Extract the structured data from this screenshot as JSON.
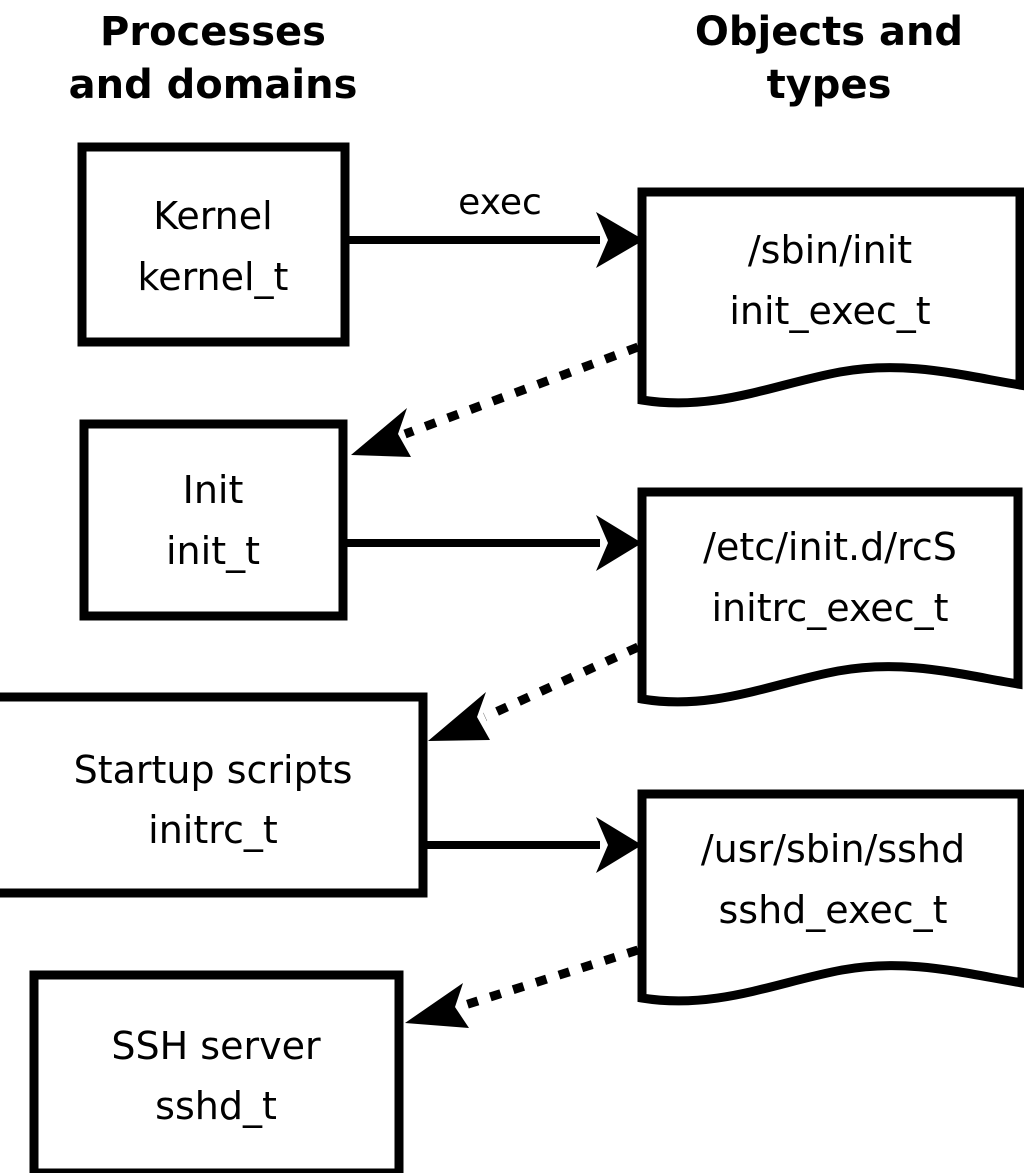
{
  "columns": {
    "left": {
      "title_line1": "Processes",
      "title_line2": "and domains"
    },
    "right": {
      "title_line1": "Objects and",
      "title_line2": "types"
    }
  },
  "colors": {
    "background": "#ffffff",
    "stroke": "#000000",
    "text": "#000000"
  },
  "processes": [
    {
      "id": "kernel",
      "name": "Kernel",
      "type": "kernel_t"
    },
    {
      "id": "init",
      "name": "Init",
      "type": "init_t"
    },
    {
      "id": "initrc",
      "name": "Startup scripts",
      "type": "initrc_t"
    },
    {
      "id": "sshd",
      "name": "SSH server",
      "type": "sshd_t"
    }
  ],
  "objects": [
    {
      "id": "init_exec",
      "path": "/sbin/init",
      "type": "init_exec_t"
    },
    {
      "id": "initrc_exec",
      "path": "/etc/init.d/rcS",
      "type": "initrc_exec_t"
    },
    {
      "id": "sshd_exec",
      "path": "/usr/sbin/sshd",
      "type": "sshd_exec_t"
    }
  ],
  "edges": [
    {
      "id": "kernel-exec-init",
      "from": "kernel",
      "to": "init_exec",
      "label": "exec",
      "style": "solid"
    },
    {
      "id": "init_exec-to-init",
      "from": "init_exec",
      "to": "init",
      "label": "",
      "style": "dotted"
    },
    {
      "id": "init-exec-initrc",
      "from": "init",
      "to": "initrc_exec",
      "label": "",
      "style": "solid"
    },
    {
      "id": "initrc_exec-to-initrc",
      "from": "initrc_exec",
      "to": "initrc",
      "label": "",
      "style": "dotted"
    },
    {
      "id": "initrc-exec-sshd",
      "from": "initrc",
      "to": "sshd_exec",
      "label": "",
      "style": "solid"
    },
    {
      "id": "sshd_exec-to-sshd",
      "from": "sshd_exec",
      "to": "sshd",
      "label": "",
      "style": "dotted"
    }
  ]
}
